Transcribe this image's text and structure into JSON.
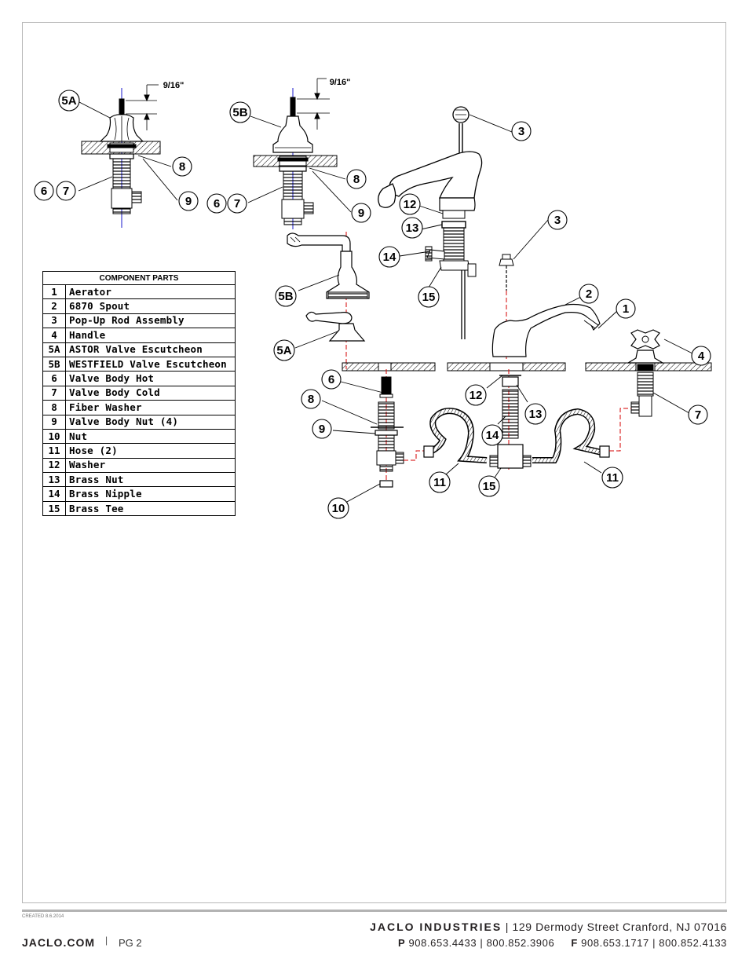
{
  "parts_table": {
    "header": "COMPONENT PARTS",
    "rows": [
      {
        "num": "1",
        "name": "Aerator"
      },
      {
        "num": "2",
        "name": "6870 Spout"
      },
      {
        "num": "3",
        "name": "Pop-Up Rod Assembly"
      },
      {
        "num": "4",
        "name": "Handle"
      },
      {
        "num": "5A",
        "name": "ASTOR Valve Escutcheon"
      },
      {
        "num": "5B",
        "name": "WESTFIELD Valve Escutcheon"
      },
      {
        "num": "6",
        "name": "Valve Body Hot"
      },
      {
        "num": "7",
        "name": "Valve Body Cold"
      },
      {
        "num": "8",
        "name": "Fiber Washer"
      },
      {
        "num": "9",
        "name": "Valve Body Nut (4)"
      },
      {
        "num": "10",
        "name": "Nut"
      },
      {
        "num": "11",
        "name": "Hose (2)"
      },
      {
        "num": "12",
        "name": "Washer"
      },
      {
        "num": "13",
        "name": "Brass Nut"
      },
      {
        "num": "14",
        "name": "Brass Nipple"
      },
      {
        "num": "15",
        "name": "Brass Tee"
      }
    ]
  },
  "callouts": {
    "c5a_left": "5A",
    "c8_left": "8",
    "c9_left": "9",
    "c6_left": "6",
    "c7_left": "7",
    "c5b_mid": "5B",
    "c8_mid": "8",
    "c9_mid": "9",
    "c6_mid": "6",
    "c7_mid": "7",
    "c3_top": "3",
    "c12_top": "12",
    "c13_top": "13",
    "c14_top": "14",
    "c15_top": "15",
    "c3_mid": "3",
    "c2": "2",
    "c1": "1",
    "c4": "4",
    "c5b_low": "5B",
    "c5a_low": "5A",
    "c6_low": "6",
    "c8_low": "8",
    "c9_low": "9",
    "c10": "10",
    "c11_left": "11",
    "c12_low": "12",
    "c13_low": "13",
    "c14_low": "14",
    "c15_low": "15",
    "c11_right": "11",
    "c7_right": "7"
  },
  "dimensions": {
    "dim_left": "9/16\"",
    "dim_mid": "9/16\""
  },
  "colors": {
    "centerline": "#d40000",
    "axis": "#1a1acc"
  },
  "footer": {
    "created": "CREATED 8.6.2014",
    "company_name": "JACLO INDUSTRIES",
    "address": "129 Dermody Street   Cranford, NJ 07016",
    "website": "JACLO.COM",
    "page": "PG 2",
    "phone_label": "P",
    "phone": "908.653.4433  |  800.852.3906",
    "fax_label": "F",
    "fax": "908.653.1717  |  800.852.4133"
  }
}
